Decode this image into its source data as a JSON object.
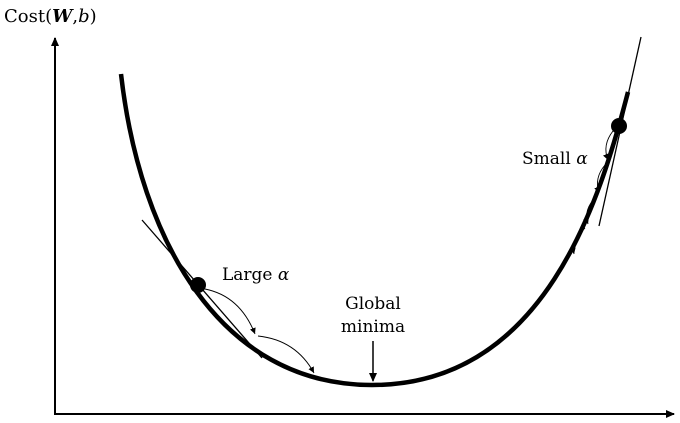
{
  "axis": {
    "y_label_prefix": "Cost(",
    "y_label_w": "W",
    "y_label_sep": ",",
    "y_label_b": "b",
    "y_label_suffix": ")"
  },
  "annotations": {
    "large_prefix": "Large ",
    "large_symbol": "α",
    "small_prefix": "Small ",
    "small_symbol": "α",
    "global_line1": "Global",
    "global_line2": "minima"
  }
}
